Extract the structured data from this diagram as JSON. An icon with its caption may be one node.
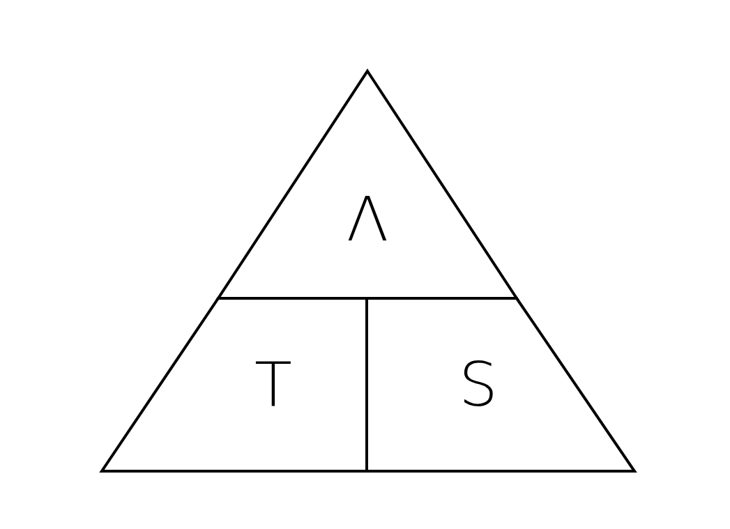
{
  "diagram": {
    "nodes": [
      {
        "text": [
          "Λ"
        ]
      },
      {
        "text": [
          "T"
        ]
      },
      {
        "text": [
          "S"
        ]
      }
    ]
  }
}
